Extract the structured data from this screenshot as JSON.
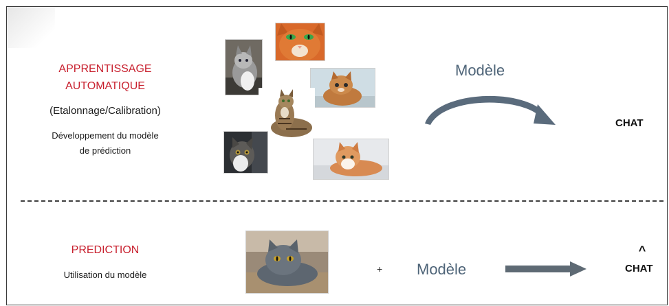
{
  "top": {
    "title_line1": "APPRENTISSAGE",
    "title_line2": "AUTOMATIQUE",
    "subtitle": "(Etalonnage/Calibration)",
    "desc_line1": "Développement du modèle",
    "desc_line2": "de prédiction",
    "model_label": "Modèle",
    "output_label": "CHAT"
  },
  "bottom": {
    "title": "PREDICTION",
    "desc": "Utilisation du modèle",
    "plus": "+",
    "model_label": "Modèle",
    "hat": "^",
    "output_label": "CHAT"
  },
  "colors": {
    "red_title": "#c8202e",
    "model_text": "#4e6478",
    "arrow": "#5a6b7c"
  }
}
